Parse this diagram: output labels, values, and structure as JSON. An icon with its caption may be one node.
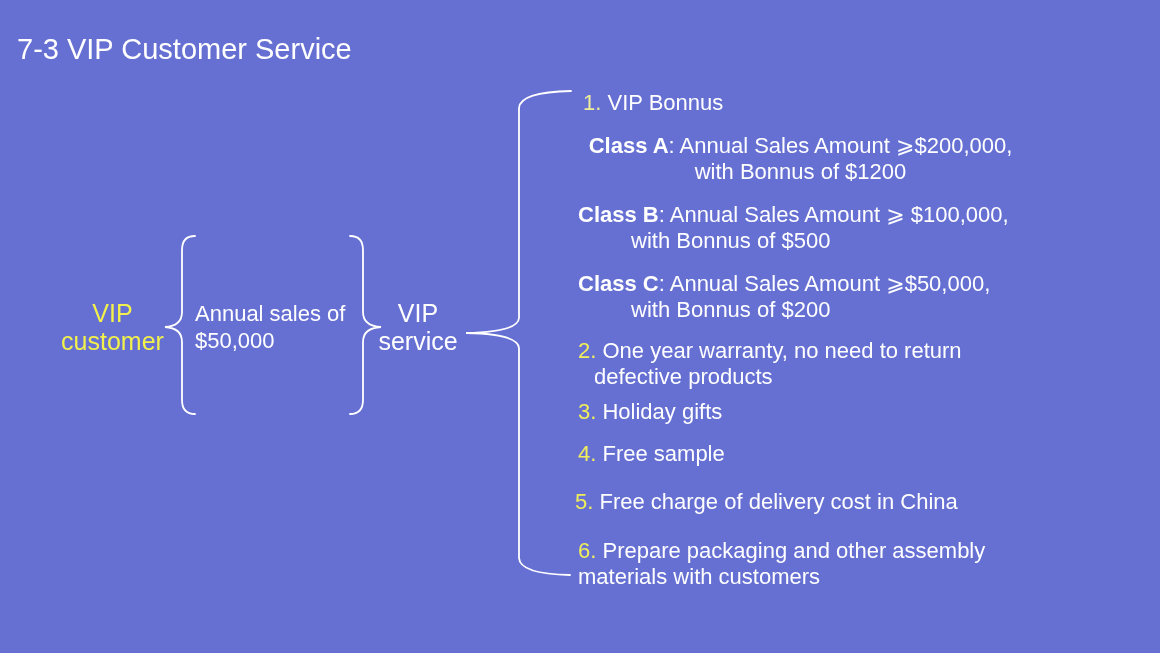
{
  "diagram": {
    "title": "7-3 VIP Customer Service",
    "labels": [
      "VIP customer",
      "Annual sales of $50,000",
      "VIP service",
      "1. VIP Bonnus",
      "**Class A**: Annual Sales Amount ⩾$200,000, with Bonnus of $1200",
      "**Class B**: Annual Sales Amount ⩾ $100,000, with Bonnus of $500",
      "**Class C**: Annual Sales Amount ⩾$50,000, with Bonnus of $200",
      "2. One year warranty, no need to return defective products",
      "3. Holiday gifts",
      "4. Free sample",
      "5. Free charge of delivery cost in China",
      "6. Prepare packaging and other assembly materials with customers"
    ]
  }
}
